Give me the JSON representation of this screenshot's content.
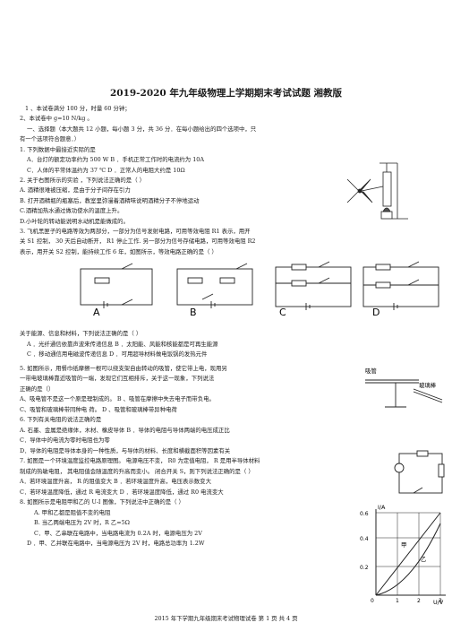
{
  "title": "2019-2020 年九年级物理上学期期末考试试题 湘教版",
  "lines": [
    "1 、本试卷满分 100 分，时量 60 分钟；",
    "2、本试卷中 g=10 N/kg 。",
    "一、选择题（本大题共 12 小题，每小题 3 分，共 36 分．在每小题给出的四个选项中，只",
    "有一个选项符合题意．）",
    "1. 下列数据中最接近实际的是",
    "A．台灯的额定功率约为 500 W        B ．手机正常工作时的电流约为 10A",
    "C．人体的平常体温约为 37 ℃         D ．正常人的电阻大约是 10Ω",
    "2. 关于右图所示的实验 ，下列说法正确的是（     ）",
    "A. 酒精很难被压缩，是由于分子间存在引力",
    "B. 打开酒精瓶的瓶塞后，教室里弥漫着酒精味说明酒精分子不停地运动",
    "C.酒精加热水通过做功使水的温度上升。",
    "D.小叶轮的转动能说明水动机是能做成的。",
    "3. 飞机黑匣子的电路等效为两部分，一部分为信号发射电路，可用等效电阻 R1 表示，用开",
    "关 S1 控制， 30 天后自动断开， R1 停止工作. 另一部分为信号存储电路，可用等效电阻 R2",
    "表示，用开关 S2 控制，能持续工作 6 年，如图所示，等效电路正确的是（          ）",
    "关于能源、信息和材料，下列说法正确的是（          ）",
    "A ．光纤通信依靠声波来传递信息        B ．太阳能、风能和核能都是可再生能源",
    "C ．移动通信用电磁波传递信息          D ．可用超导材料做电饭锅的发热元件",
    "5. 如图所示，用餐巾纸摩擦一根可以绕支架自由转动的吸管，使它带上电，现用另",
    "一带电玻璃棒靠近吸管的一端，发现它们互相排斥，关于这一现象，下列说法",
    "正确的是（）",
    "A、吸电管不是这一个原是理制成的。    B 、吸管在摩擦中失去电子而带负电。",
    "C、吸管和玻璃棒带同种电 荷。       D 、吸管和玻璃棒带异种电荷",
    "6. 下列有关电阻的说法正确的是",
    "A. 石墨、金属是绝缘体，木材、橡皮导体          B ．导体的电阻与导体两端的电压成正比",
    "C．导体中的电流为零时电阻也为零",
    "D．导体的电阻是导体本身的一种性质，与导体的材料、长度和横截面积等因素有关",
    "7. 如图是一个环境温度监控电路原理图。  电源电压不变， R0 为定值电阻， R 是用半导体材料",
    "制成的热敏电阻， 其电阻值会随温度的升高而变小。 闭合开关 S，则下列说法正确的是（     ）",
    "A．若环境温度升高， R 的阻值变大        B ．若环境温度升高，电压表示数变大",
    "C．若环境温度降低，通过 R 电流变大      D ．若环境温度降低，通过 R0 电流变大",
    "8. 如图所示是电阻甲和乙的  U-I 图像，下列说法中正确的是（          ）",
    "A. 甲和乙都是阻值不变的电阻",
    "B. 当乙两端电压为 2V 时，R 乙=5Ω",
    "C．甲、乙串联在电路中，当电路电流为   0.2A 时，电源电压为   2V",
    "D ．甲、乙并联在电路中，当电源电压为   2V 时，电路总功率为 1.2W"
  ],
  "circuit_labels": [
    "A",
    "B",
    "C",
    "D"
  ],
  "fig_text": {
    "q5_label1": "吸管",
    "q5_label2": "玻璃棒",
    "graph_ylabel": "I/A",
    "graph_xlabel": "U/V",
    "graph_jia": "甲",
    "graph_yi": "乙",
    "y_ticks": [
      "0.6",
      "0.4",
      "0.2"
    ],
    "x_ticks": [
      "0",
      "1",
      "2",
      "3"
    ]
  },
  "footer": "2015 年下学期九年级期末考试物理试卷    第  1  页  共 4  页"
}
